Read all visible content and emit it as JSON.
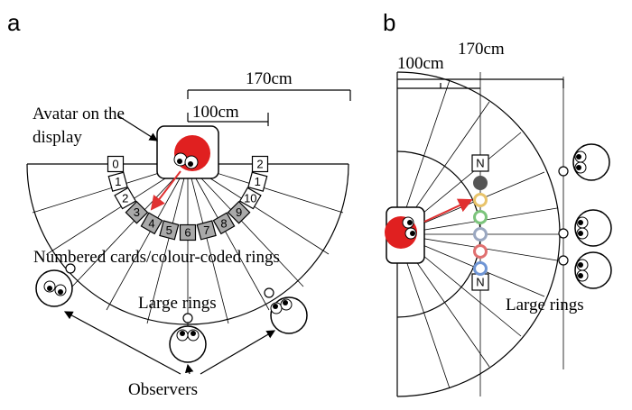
{
  "panel_a": {
    "letter": "a",
    "dim_outer": "170cm",
    "dim_inner": "100cm",
    "avatar_label_line1": "Avatar on the",
    "avatar_label_line2": "display",
    "rings_label": "Numbered cards/colour-coded rings",
    "large_rings_label": "Large rings",
    "observers_label": "Observers",
    "cards": [
      "0",
      "1",
      "2",
      "3",
      "4",
      "5",
      "6",
      "7",
      "8",
      "9",
      "10",
      "1",
      "2"
    ],
    "highlighted_cards": [
      3,
      4,
      5,
      6,
      7,
      8,
      9
    ]
  },
  "panel_b": {
    "letter": "b",
    "dim_inner": "100cm",
    "dim_outer": "170cm",
    "card_top": "N",
    "card_bottom": "N",
    "large_rings_label": "Large rings",
    "ring_colors": [
      "#555555",
      "#e8c36a",
      "#7cc47c",
      "#9aa7c0",
      "#e07070",
      "#6f95d4"
    ]
  },
  "colors": {
    "avatar": "#e02020",
    "arrow": "#e03030",
    "card_fill": "#a9a9a9"
  },
  "icons": [
    "avatar-icon",
    "observer-eye-icon",
    "arrow-icon"
  ]
}
